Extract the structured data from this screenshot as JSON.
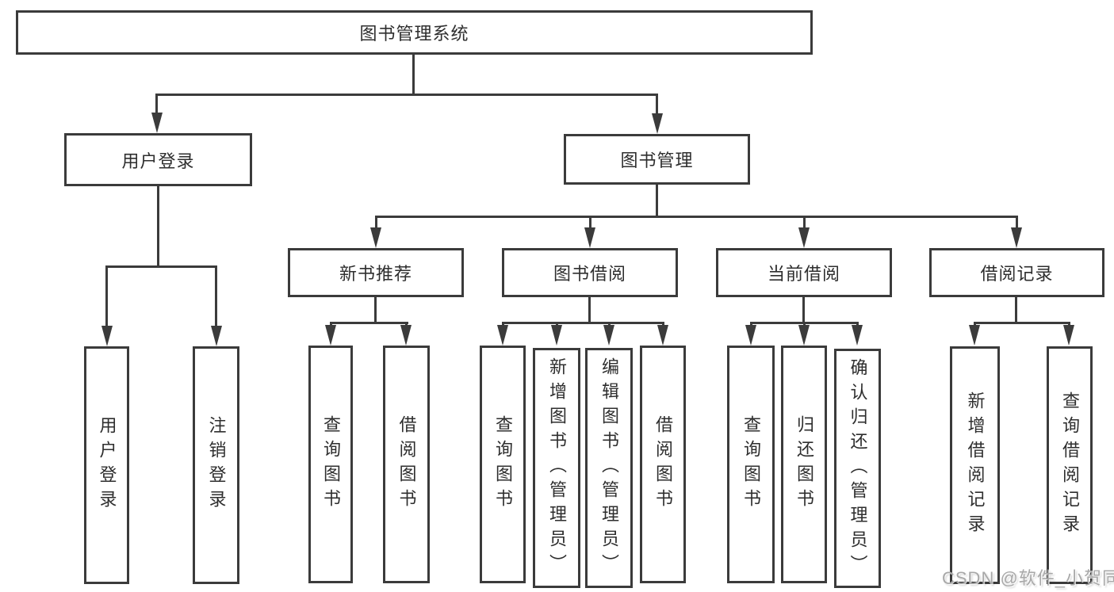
{
  "nodes": {
    "root": "图书管理系统",
    "user_login": "用户登录",
    "book_management": "图书管理",
    "new_book_recommend": "新书推荐",
    "book_borrowing": "图书借阅",
    "current_borrowing": "当前借阅",
    "borrowing_records": "借阅记录"
  },
  "leaves": {
    "user_login": [
      "用户登录",
      "注销登录"
    ],
    "new_book_recommend": [
      "查询图书",
      "借阅图书"
    ],
    "book_borrowing": [
      "查询图书",
      "新增图书（管理员）",
      "编辑图书（管理员）",
      "借阅图书"
    ],
    "current_borrowing": [
      "查询图书",
      "归还图书",
      "确认归还（管理员）"
    ],
    "borrowing_records": [
      "新增借阅记录",
      "查询借阅记录"
    ]
  },
  "watermark": {
    "text": "CSDN @软件_小贺同学",
    "color": "#a8a8a8"
  },
  "colors": {
    "line": "#3b3b3b",
    "box_border": "#3b3b3b",
    "text": "#2e2e2e",
    "background": "#ffffff"
  }
}
